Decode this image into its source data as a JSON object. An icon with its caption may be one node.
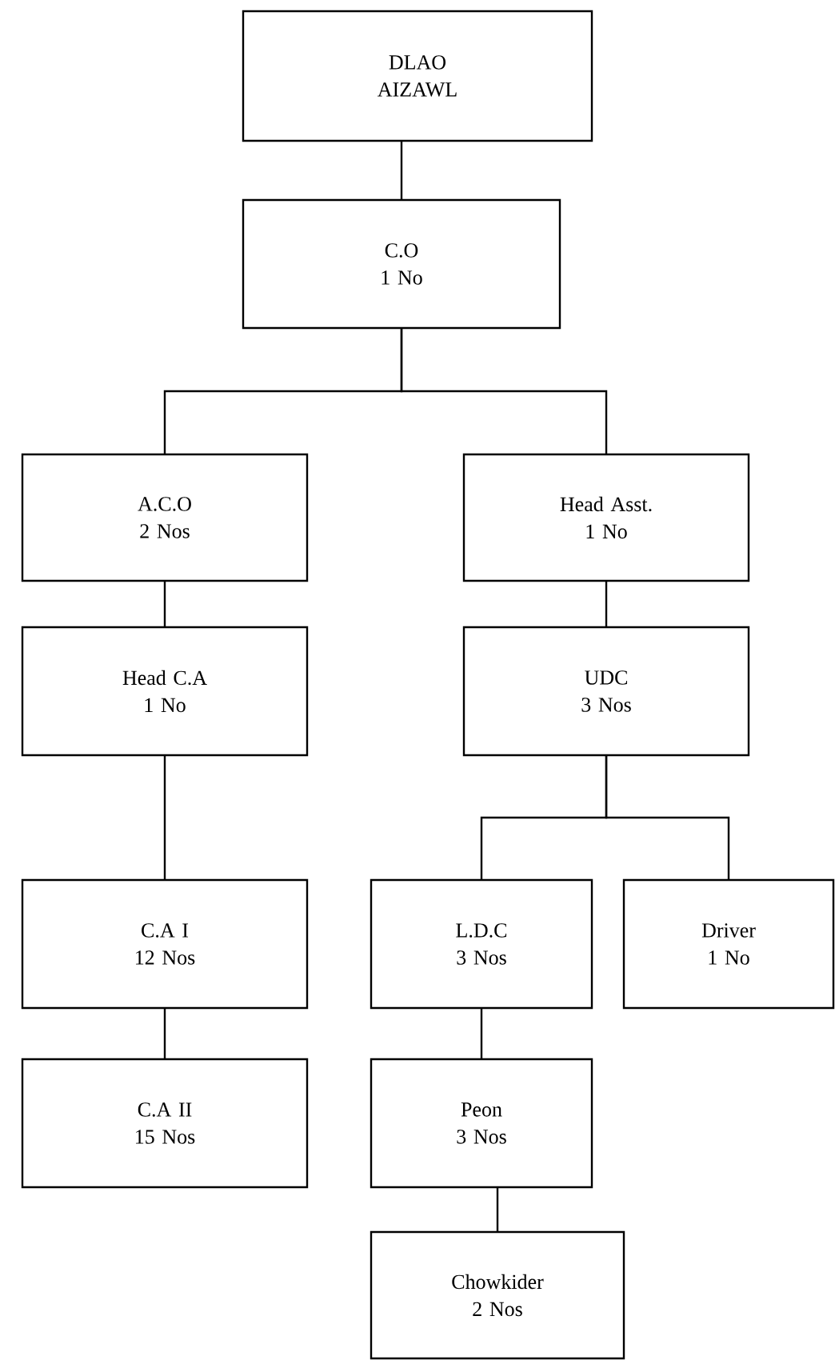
{
  "diagram": {
    "nodes": [
      {
        "text": [
          "DLAO AIZAWL"
        ]
      },
      {
        "text": [
          "C.O",
          "1 No"
        ]
      },
      {
        "text": [
          "A.C.O",
          "2 Nos"
        ]
      },
      {
        "text": [
          "Head Asst.",
          "1 No"
        ]
      },
      {
        "text": [
          "Head C.A",
          "1 No"
        ]
      },
      {
        "text": [
          "UDC",
          "3 Nos"
        ]
      },
      {
        "text": [
          "C.A I",
          "12 Nos"
        ]
      },
      {
        "text": [
          "L.D.C",
          "3 Nos"
        ]
      },
      {
        "text": [
          "Driver",
          "1 No"
        ]
      },
      {
        "text": [
          "C.A II",
          "15 Nos"
        ]
      },
      {
        "text": [
          "Peon",
          "3 Nos"
        ]
      },
      {
        "text": [
          "Chowkider",
          "2 Nos"
        ]
      }
    ],
    "edges": [
      {
        "from": 0,
        "to": 1,
        "arrow": "none"
      },
      {
        "from": 1,
        "to": 2,
        "arrow": "none"
      },
      {
        "from": 1,
        "to": 3,
        "arrow": "none"
      },
      {
        "from": 2,
        "to": 4,
        "arrow": "none"
      },
      {
        "from": 3,
        "to": 5,
        "arrow": "none"
      },
      {
        "from": 4,
        "to": 6,
        "arrow": "none"
      },
      {
        "from": 5,
        "to": 7,
        "arrow": "none"
      },
      {
        "from": 5,
        "to": 8,
        "arrow": "none"
      },
      {
        "from": 6,
        "to": 9,
        "arrow": "none"
      },
      {
        "from": 7,
        "to": 10,
        "arrow": "none"
      },
      {
        "from": 10,
        "to": 11,
        "arrow": "none"
      }
    ]
  }
}
